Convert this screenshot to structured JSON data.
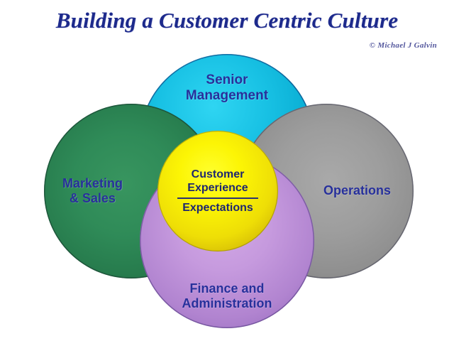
{
  "header": {
    "title": "Building a Customer Centric Culture",
    "credit": "© Michael J Galvin"
  },
  "diagram": {
    "type": "venn-overlap",
    "center": {
      "name": "customer-experience-expectations",
      "numerator_line1": "Customer",
      "numerator_line2": "Experience",
      "denominator": "Expectations",
      "color": "#f5e800"
    },
    "petals": [
      {
        "name": "senior-management",
        "label_line1": "Senior",
        "label_line2": "Management",
        "position": "top",
        "color": "#18c1e4"
      },
      {
        "name": "marketing-and-sales",
        "label_line1": "Marketing",
        "label_line2": "& Sales",
        "position": "left",
        "color": "#2f8b58"
      },
      {
        "name": "operations",
        "label_line1": "Operations",
        "label_line2": "",
        "position": "right",
        "color": "#9d9d9d"
      },
      {
        "name": "finance-and-administration",
        "label_line1": "Finance and",
        "label_line2": "Administration",
        "position": "bottom",
        "color": "#c69ade"
      }
    ],
    "text_color": "#27309b",
    "background": "#ffffff"
  }
}
